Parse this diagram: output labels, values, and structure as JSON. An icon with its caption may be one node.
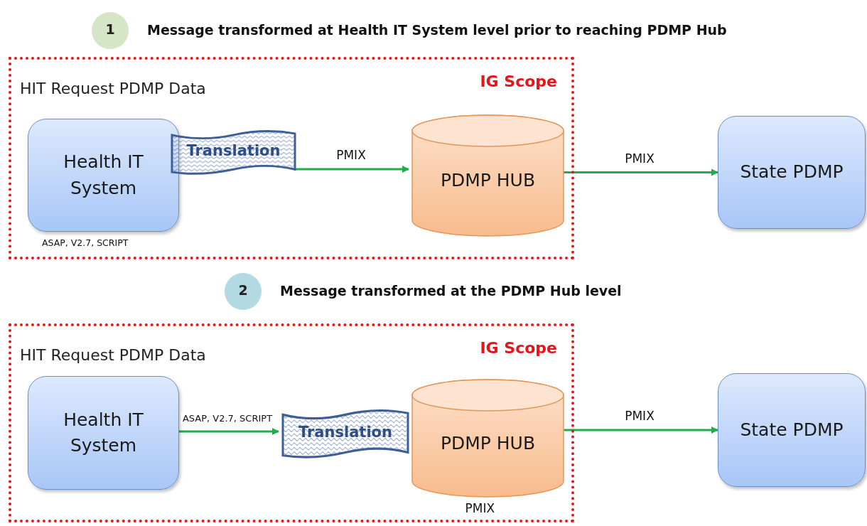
{
  "diagram": {
    "nodes": [
      {
        "text": [
          "1"
        ],
        "beside": [
          "Message transformed at Health IT System level prior to reaching PDMP Hub"
        ]
      },
      {
        "text": [
          "HIT Request PDMP Data",
          "IG Scope"
        ]
      },
      {
        "text": [
          "Health IT System"
        ],
        "in": 1,
        "beside": [
          "ASAP, V2.7, SCRIPT"
        ]
      },
      {
        "text": [
          "Translation"
        ],
        "in": 1
      },
      {
        "text": [
          "PDMP HUB"
        ],
        "in": 1
      },
      {
        "text": [
          "State PDMP"
        ]
      },
      {
        "text": [
          "2"
        ],
        "beside": [
          "Message transformed at the PDMP Hub level"
        ]
      },
      {
        "text": [
          "HIT Request PDMP Data",
          "IG Scope"
        ]
      },
      {
        "text": [
          "Health IT System"
        ],
        "in": 7
      },
      {
        "text": [
          "Translation"
        ],
        "in": 7
      },
      {
        "text": [
          "PDMP HUB"
        ],
        "in": 7,
        "beside": [
          "PMIX"
        ]
      },
      {
        "text": [
          "State PDMP"
        ]
      }
    ],
    "edges": [
      {
        "from": 3,
        "to": 4,
        "arrow": "to",
        "label": "PMIX"
      },
      {
        "from": 4,
        "to": 5,
        "arrow": "to",
        "label": "PMIX"
      },
      {
        "from": 8,
        "to": 9,
        "arrow": "to",
        "label": "ASAP, V2.7, SCRIPT"
      },
      {
        "from": 10,
        "to": 11,
        "arrow": "to",
        "label": "PMIX"
      }
    ]
  }
}
